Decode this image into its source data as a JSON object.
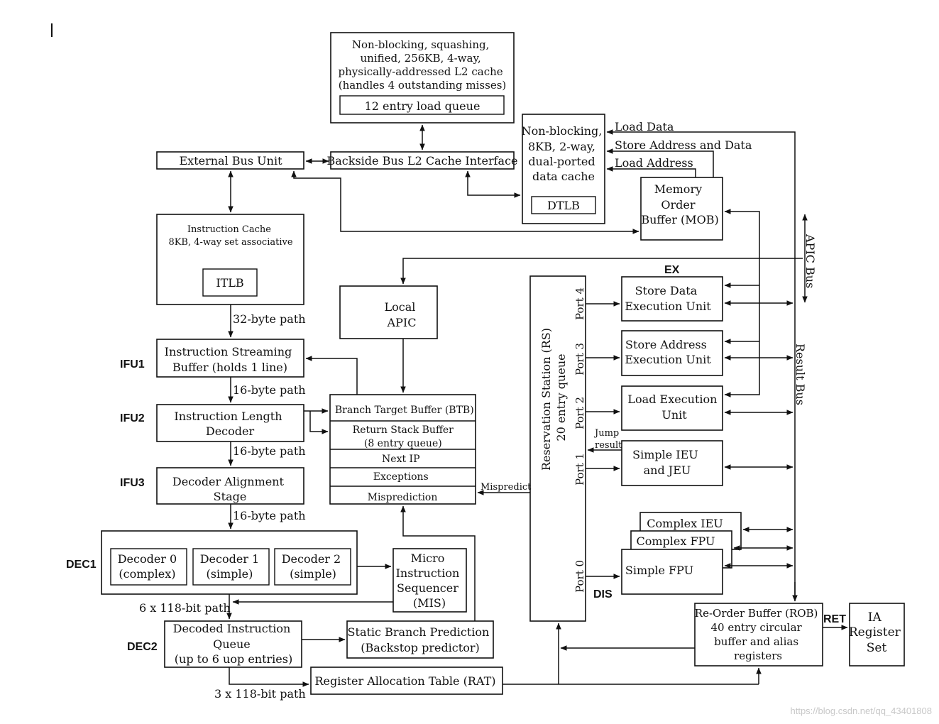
{
  "blocks": {
    "l2": [
      "Non-blocking, squashing,",
      "unified, 256KB, 4-way,",
      "physically-addressed L2 cache",
      "(handles 4 outstanding misses)"
    ],
    "load_queue": "12 entry load queue",
    "ebu": "External Bus Unit",
    "bsb": "Backside Bus L2 Cache Interface",
    "dcache": [
      "Non-blocking,",
      "8KB, 2-way,",
      "dual-ported",
      "data cache"
    ],
    "dtlb": "DTLB",
    "mob": [
      "Memory",
      "Order",
      "Buffer (MOB)"
    ],
    "icache": [
      "Instruction Cache",
      "8KB, 4-way set associative"
    ],
    "itlb": "ITLB",
    "apic": [
      "Local",
      "APIC"
    ],
    "isb": [
      "Instruction Streaming",
      "Buffer (holds 1 line)"
    ],
    "ild": [
      "Instruction Length",
      "Decoder"
    ],
    "das": [
      "Decoder Alignment",
      "Stage"
    ],
    "btb": [
      "Branch Target Buffer (BTB)",
      "Return Stack Buffer",
      "(8 entry queue)",
      "Next IP",
      "Exceptions",
      "Misprediction"
    ],
    "decoders": [
      [
        "Decoder 0",
        "(complex)"
      ],
      [
        "Decoder 1",
        "(simple)"
      ],
      [
        "Decoder 2",
        "(simple)"
      ]
    ],
    "mis": [
      "Micro",
      "Instruction",
      "Sequencer",
      "(MIS)"
    ],
    "diq": [
      "Decoded Instruction",
      "Queue",
      "(up to 6 uop entries)"
    ],
    "sbp": [
      "Static Branch Prediction",
      "(Backstop predictor)"
    ],
    "rat": "Register Allocation Table (RAT)",
    "rs": [
      "Reservation Station (RS)",
      "20 entry queue"
    ],
    "ports": [
      "Port 4",
      "Port 3",
      "Port 2",
      "Port 1",
      "Port 0"
    ],
    "sdeu": [
      "Store Data",
      "Execution Unit"
    ],
    "saeu": [
      "Store Address",
      "Execution Unit"
    ],
    "leu": [
      "Load Execution",
      "Unit"
    ],
    "ieu_jeu": [
      "Simple IEU",
      "and JEU"
    ],
    "cieu": "Complex IEU",
    "cfpu": "Complex FPU",
    "sfpu": "Simple FPU",
    "rob": [
      "Re-Order Buffer (ROB)",
      "40 entry circular",
      "buffer and alias",
      "registers"
    ],
    "iars": [
      "IA",
      "Register",
      "Set"
    ]
  },
  "labels": {
    "load_data": "Load Data",
    "store_addr_data": "Store Address and Data",
    "load_address": "Load Address",
    "apic_bus": "APIC Bus",
    "result_bus": "Result Bus",
    "path_32": "32-byte path",
    "path_16a": "16-byte path",
    "path_16b": "16-byte path",
    "path_16c": "16-byte path",
    "path_6x118": "6 x 118-bit path",
    "path_3x118": "3 x 118-bit path",
    "jump": "Jump",
    "result": "result",
    "mispredict": "Mispredict"
  },
  "stages": {
    "ifu1": "IFU1",
    "ifu2": "IFU2",
    "ifu3": "IFU3",
    "dec1": "DEC1",
    "dec2": "DEC2",
    "ex": "EX",
    "dis": "DIS",
    "ret": "RET"
  },
  "watermark": "https://blog.csdn.net/qq_43401808"
}
